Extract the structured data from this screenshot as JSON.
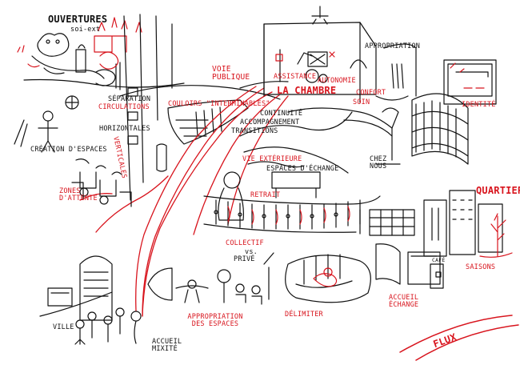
{
  "colors": {
    "ink": "#111111",
    "accent": "#d8141d",
    "paper": "#ffffff"
  },
  "labels": {
    "ouvertures": "OUVERTURES",
    "soi_ext": "soi-ext",
    "voie_publique": "VOIE PUBLIQUE",
    "separation": "SÉPARATION",
    "circulations": "CIRCULATIONS",
    "couloirs": "COULOIRS \"INTERMINABLES\"",
    "verticales": "VERTICALES",
    "horizontales": "HORIZONTALES",
    "creation_espaces": "CRÉATION D'ESPACES",
    "zones_attente": "ZONES D'ATTENTE",
    "assistance": "ASSISTANCE",
    "autonomie": "AUTONOMIE",
    "appropriation_top": "APPROPRIATION",
    "la_chambre": "LA CHAMBRE",
    "confort": "CONFORT",
    "soin": "SOIN",
    "continuite": "CONTINUITÉ",
    "accompagnement": "ACCOMPAGNEMENT",
    "transitions": "TRANSITIONS",
    "identite": "IDENTITÉ",
    "vie_exterieure": "VIE EXTÉRIEURE",
    "espaces_echange": "ESPACES D'ÉCHANGE",
    "chez_nous": "CHEZ NOUS",
    "retrait": "RETRAIT",
    "quartier": "QUARTIER",
    "collectif": "COLLECTIF",
    "vs": "vs.",
    "prive": "PRIVÉ",
    "saisons": "SAISONS",
    "cafe": "CAFÉ",
    "accueil_echange": "ACCUEIL ÉCHANGE",
    "appropriation_espaces": "APPROPRIATION DES ESPACES",
    "delimiter": "DÉLIMITER",
    "ville": "VILLE",
    "accueil_mixite": "ACCUEIL MIXITÉ",
    "flux": "FLUX"
  }
}
